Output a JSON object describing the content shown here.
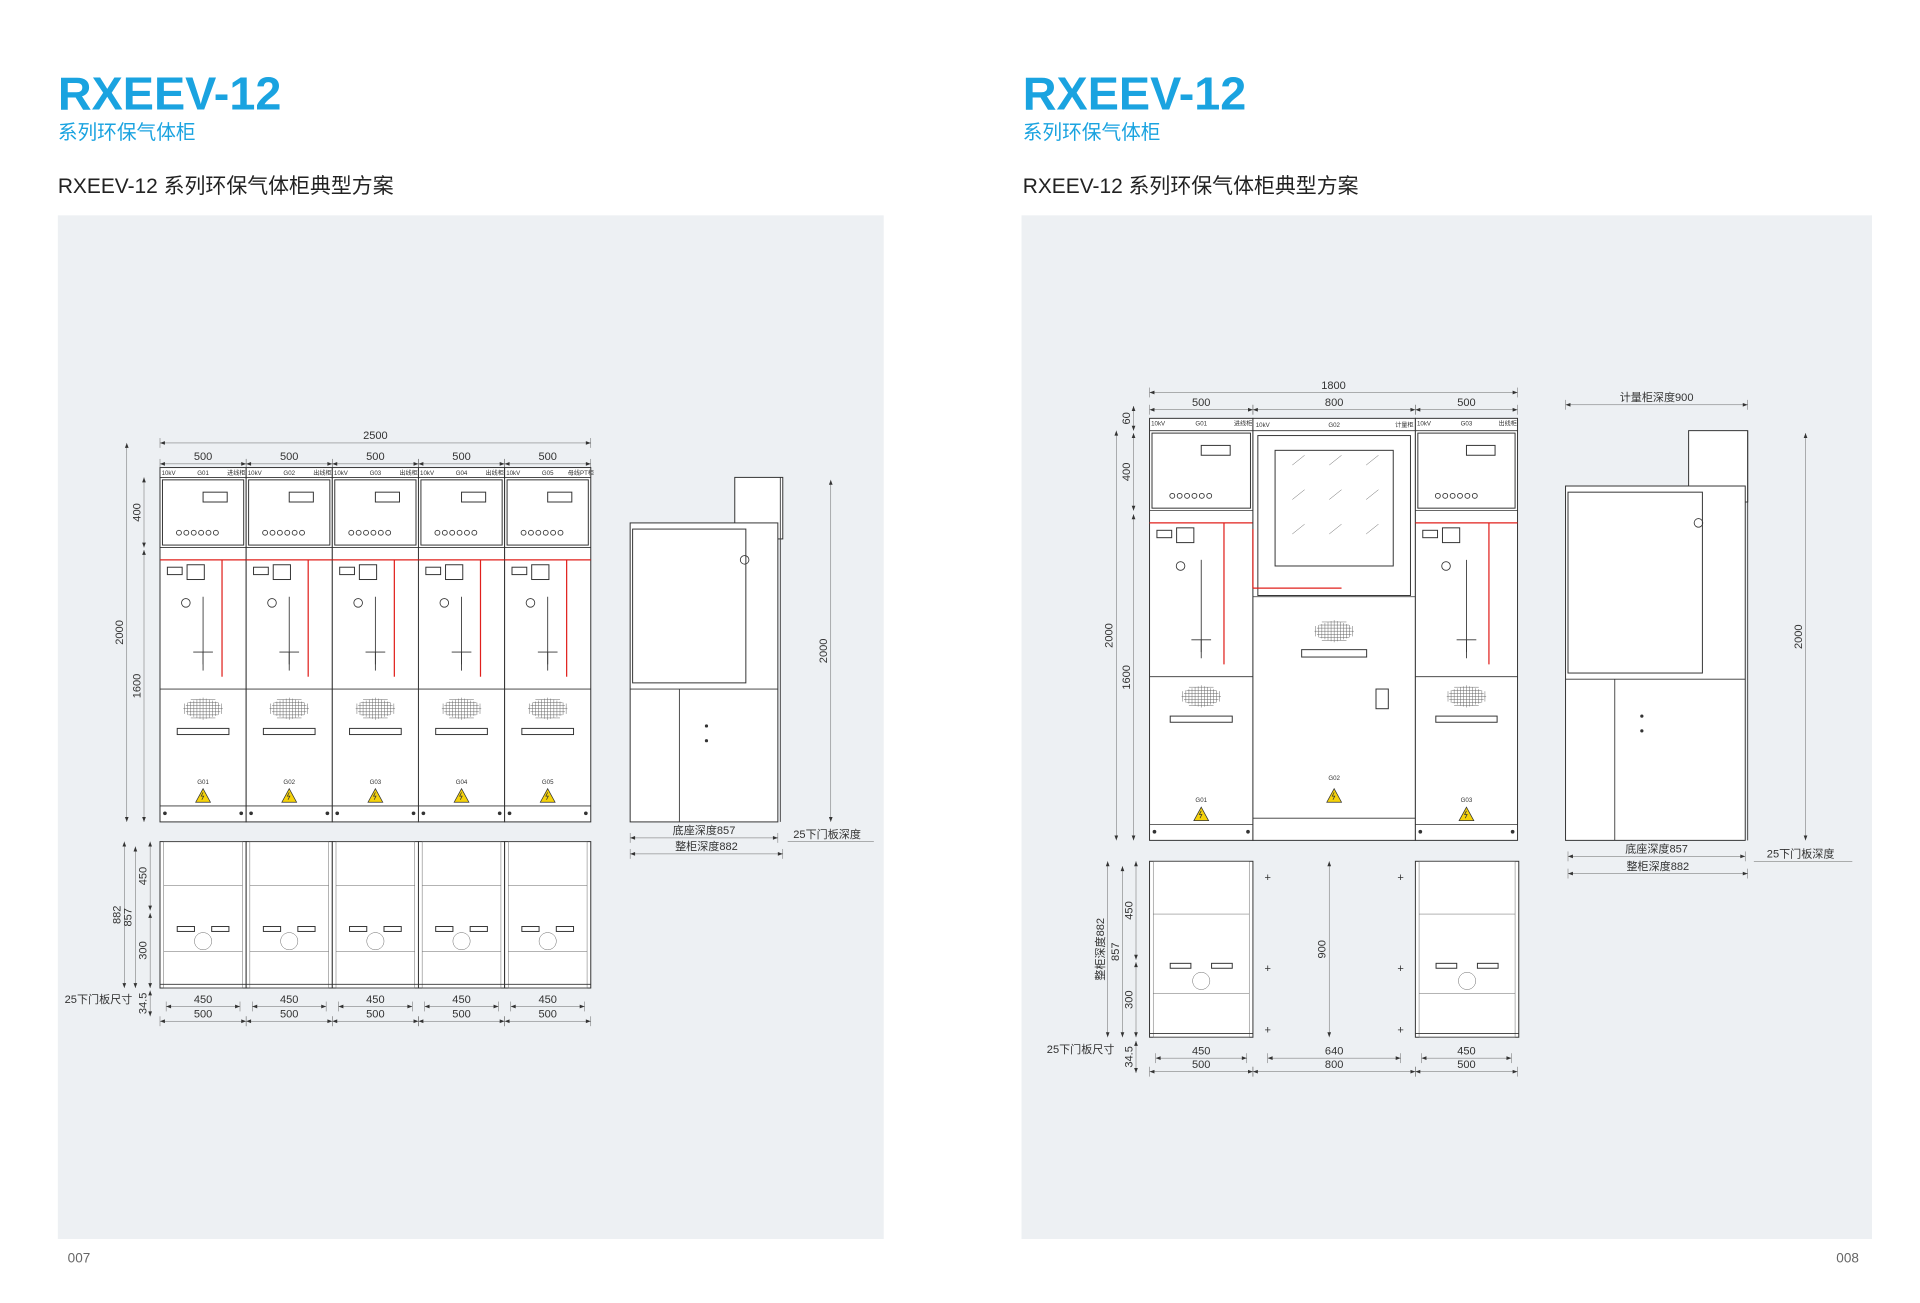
{
  "pages": [
    {
      "title": "RXEEV-12",
      "subtitle": "系列环保气体柜",
      "heading": "RXEEV-12 系列环保气体柜典型方案",
      "page_number": "007",
      "front_view": {
        "total_width": "2500",
        "cabinet_widths": [
          "500",
          "500",
          "500",
          "500",
          "500"
        ],
        "cabinets": [
          {
            "voltage": "10kV",
            "id": "G01",
            "type": "进线柜"
          },
          {
            "voltage": "10kV",
            "id": "G02",
            "type": "出线柜"
          },
          {
            "voltage": "10kV",
            "id": "G03",
            "type": "出线柜"
          },
          {
            "voltage": "10kV",
            "id": "G04",
            "type": "出线柜"
          },
          {
            "voltage": "10kV",
            "id": "G05",
            "type": "母线PT柜"
          }
        ],
        "height_dims": {
          "top": "400",
          "total": "2000",
          "lower": "1600"
        }
      },
      "plan_view": {
        "inner_widths": [
          "450",
          "450",
          "450",
          "450",
          "450"
        ],
        "outer_widths": [
          "500",
          "500",
          "500",
          "500",
          "500"
        ],
        "depth_dims": {
          "total": "882",
          "base": "857",
          "upper": "450",
          "lower": "300",
          "bottom": "34.5"
        },
        "door_note": "25下门板尺寸"
      },
      "side_view": {
        "height": "2000",
        "base_depth": "底座深度857",
        "total_depth": "整柜深度882",
        "door_depth": "25下门板深度"
      }
    },
    {
      "title": "RXEEV-12",
      "subtitle": "系列环保气体柜",
      "heading": "RXEEV-12 系列环保气体柜典型方案",
      "page_number": "008",
      "front_view": {
        "total_width": "1800",
        "cabinet_widths": [
          "500",
          "800",
          "500"
        ],
        "cabinets": [
          {
            "voltage": "10kV",
            "id": "G01",
            "type": "进线柜"
          },
          {
            "voltage": "10kV",
            "id": "G02",
            "type": "计量柜"
          },
          {
            "voltage": "10kV",
            "id": "G03",
            "type": "出线柜"
          }
        ],
        "height_dims": {
          "header": "60",
          "top": "400",
          "total": "2000",
          "lower": "1600"
        }
      },
      "plan_view": {
        "inner_widths": [
          "450",
          "640",
          "450"
        ],
        "outer_widths": [
          "500",
          "800",
          "500"
        ],
        "middle_depth": "900",
        "depth_dims": {
          "total": "整柜深度882",
          "base": "857",
          "upper": "450",
          "lower": "300",
          "bottom": "34.5"
        },
        "door_note": "25下门板尺寸"
      },
      "side_view": {
        "top_depth": "计量柜深度900",
        "height": "2000",
        "base_depth": "底座深度857",
        "total_depth": "整柜深度882",
        "door_depth": "25下门板深度"
      }
    }
  ],
  "colors": {
    "accent": "#1aa3e0",
    "panel_bg": "#edf0f3",
    "wiring": "#e0201c"
  }
}
